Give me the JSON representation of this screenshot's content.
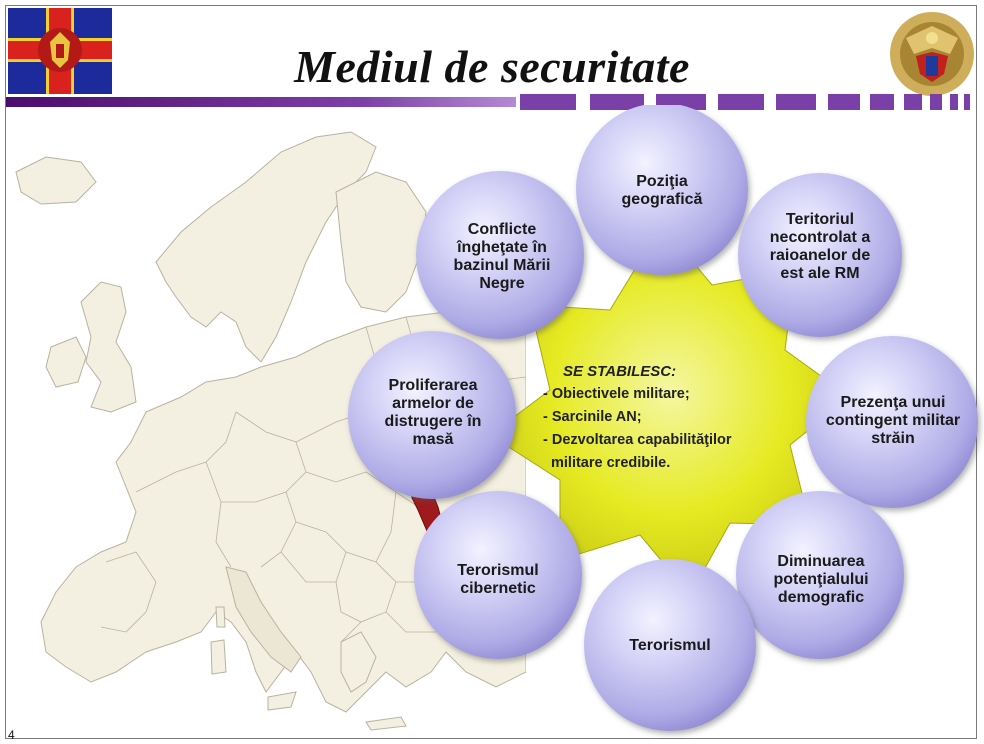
{
  "title": "Mediul de securitate",
  "page_number": "4",
  "center": {
    "heading": "SE STABILESC:",
    "items": [
      "- Obiectivele militare;",
      "- Sarcinile AN;",
      "- Dezvoltarea capabilităţilor",
      "militare credibile."
    ]
  },
  "circles": [
    {
      "id": "pozitia",
      "label": "Poziţia geografică"
    },
    {
      "id": "teritoriul",
      "label": "Teritoriul necontrolat a raioanelor de est ale RM"
    },
    {
      "id": "prezenta",
      "label": "Prezenţa unui contingent militar străin"
    },
    {
      "id": "diminuarea",
      "label": "Diminuarea potenţialului demografic"
    },
    {
      "id": "terorismul",
      "label": "Terorismul"
    },
    {
      "id": "cibernetic",
      "label": "Terorismul cibernetic"
    },
    {
      "id": "proliferarea",
      "label": "Proliferarea armelor de distrugere în masă"
    },
    {
      "id": "conflicte",
      "label": "Conflicte îngheţate în bazinul Mării Negre"
    }
  ],
  "colors": {
    "accent_purple": "#7b3fa8",
    "star_yellow": "#e6ea22",
    "circle_lavender": "#b9b6ee",
    "highlight_red": "#a0191c"
  },
  "icons": {
    "left": "moldova-flag-emblem-icon",
    "right": "army-emblem-icon"
  }
}
